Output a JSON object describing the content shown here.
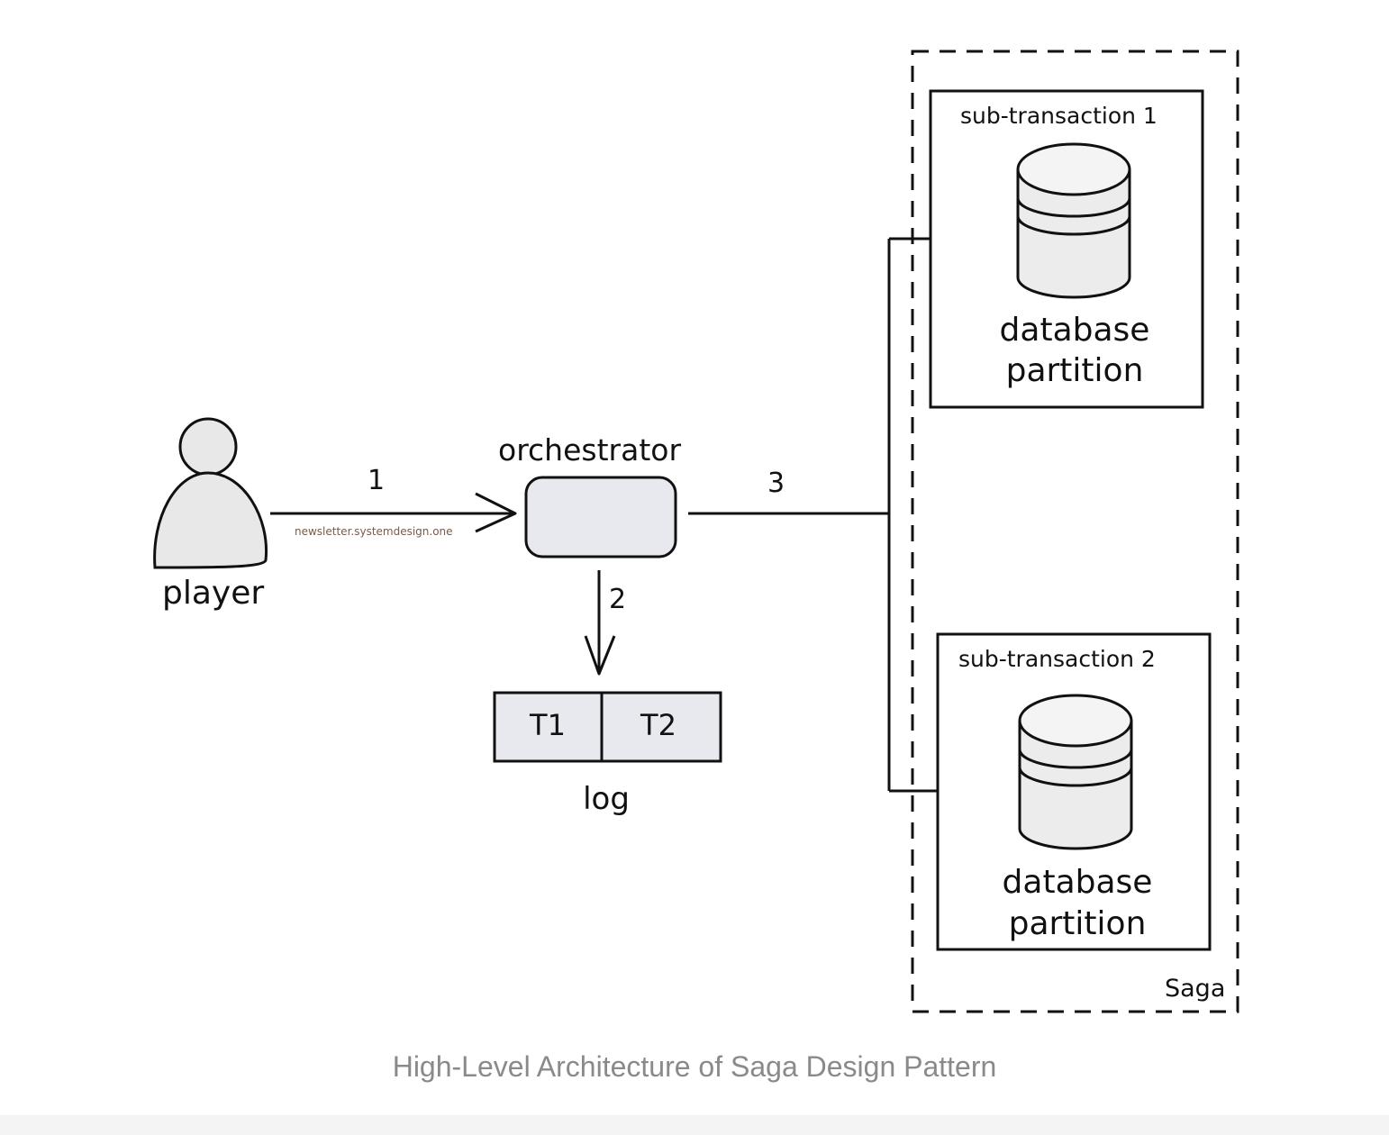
{
  "nodes": {
    "player": {
      "label": "player"
    },
    "orchestrator": {
      "label": "orchestrator"
    },
    "log": {
      "label": "log",
      "cells": [
        "T1",
        "T2"
      ]
    },
    "saga": {
      "label": "Saga"
    },
    "sub1": {
      "title": "sub-transaction 1",
      "db_label_line1": "database",
      "db_label_line2": "partition"
    },
    "sub2": {
      "title": "sub-transaction 2",
      "db_label_line1": "database",
      "db_label_line2": "partition"
    }
  },
  "edges": [
    {
      "from": "player",
      "to": "orchestrator",
      "label": "1"
    },
    {
      "from": "orchestrator",
      "to": "log",
      "label": "2"
    },
    {
      "from": "orchestrator",
      "to": "saga",
      "label": "3"
    }
  ],
  "watermark": "newsletter.systemdesign.one",
  "caption": "High-Level Architecture of Saga Design Pattern",
  "colors": {
    "stroke": "#111111",
    "box_fill": "#e8e9ee",
    "db_fill": "#ececec",
    "watermark": "#7a5a4a",
    "caption": "#8a8a8a"
  }
}
